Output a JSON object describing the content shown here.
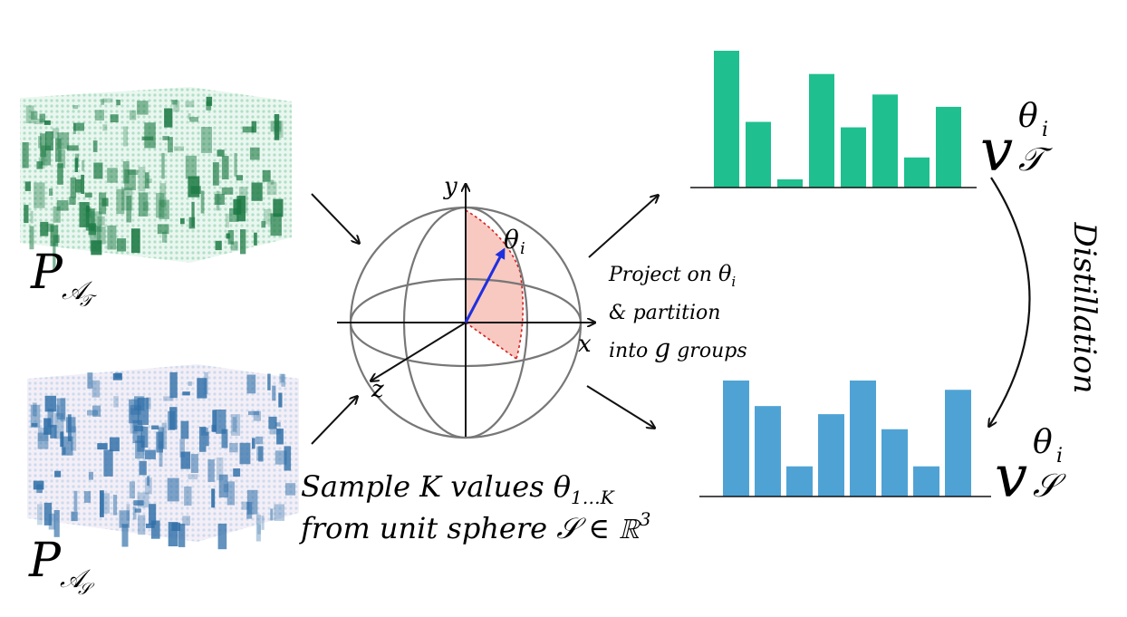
{
  "teacher_label": {
    "base": "P",
    "sub": "𝒜",
    "subsub": "𝒯"
  },
  "student_label": {
    "base": "P",
    "sub": "𝒜",
    "subsub": "𝒮"
  },
  "sphere": {
    "axis_x": "x",
    "axis_y": "y",
    "axis_z": "z",
    "theta_label": "θ",
    "theta_sub": "i"
  },
  "projection_text": {
    "line1_text": "Project on ",
    "line1_sym": "θ",
    "line1_sub": "i",
    "line2": "& partition",
    "line3_a": "into ",
    "line3_g": "g",
    "line3_b": " groups"
  },
  "sample_text": {
    "line1_text": "Sample K values ",
    "line1_sym": "θ",
    "line1_sub": "1…K",
    "line2_text": "from unit sphere ",
    "line2_sym": "𝒮 ∈ ℝ",
    "line2_sup": "3"
  },
  "distillation_label": "Distillation",
  "teacher_hist_label": {
    "base": "v",
    "sup": "θ",
    "supsub": "i",
    "sub": "𝒯"
  },
  "student_hist_label": {
    "base": "v",
    "sup": "θ",
    "supsub": "i",
    "sub": "𝒮"
  },
  "chart_data": [
    {
      "type": "bar",
      "name": "teacher-histogram",
      "color": "#1fbf8f",
      "values": [
        1.0,
        0.48,
        0.06,
        0.83,
        0.44,
        0.68,
        0.22,
        0.59
      ]
    },
    {
      "type": "bar",
      "name": "student-histogram",
      "color": "#4fa3d4",
      "values": [
        1.0,
        0.78,
        0.26,
        0.71,
        1.0,
        0.58,
        0.26,
        0.92
      ]
    }
  ],
  "colors": {
    "teacher": "#1fbf8f",
    "student": "#4fa3d4",
    "teacher_cloud": "#1d7a44",
    "student_cloud": "#2f6fa8",
    "wedge": "#f7c9c1",
    "arrow_theta": "#1f2fe0"
  }
}
